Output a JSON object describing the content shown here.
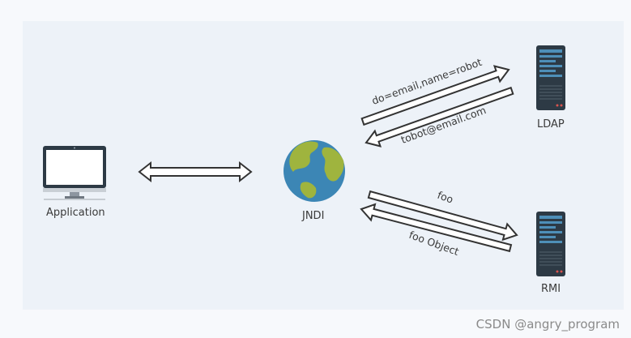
{
  "colors": {
    "background": "#f7f9fc",
    "panel": "#edf2f8",
    "arrow_stroke": "#333333",
    "server_body": "#2d3a45",
    "server_slot": "#4e8fb8",
    "globe_ocean": "#3c86b5",
    "globe_land": "#9fb43e"
  },
  "nodes": {
    "application": {
      "label": "Application",
      "icon": "monitor-icon"
    },
    "jndi": {
      "label": "JNDI",
      "icon": "globe-icon"
    },
    "ldap": {
      "label": "LDAP",
      "icon": "server-icon"
    },
    "rmi": {
      "label": "RMI",
      "icon": "server-icon"
    }
  },
  "edges": {
    "ldap_request": "do=email,name=robot",
    "ldap_response": "tobot@email.com",
    "rmi_request": "foo",
    "rmi_response": "foo Object"
  },
  "watermark": "CSDN @angry_program"
}
